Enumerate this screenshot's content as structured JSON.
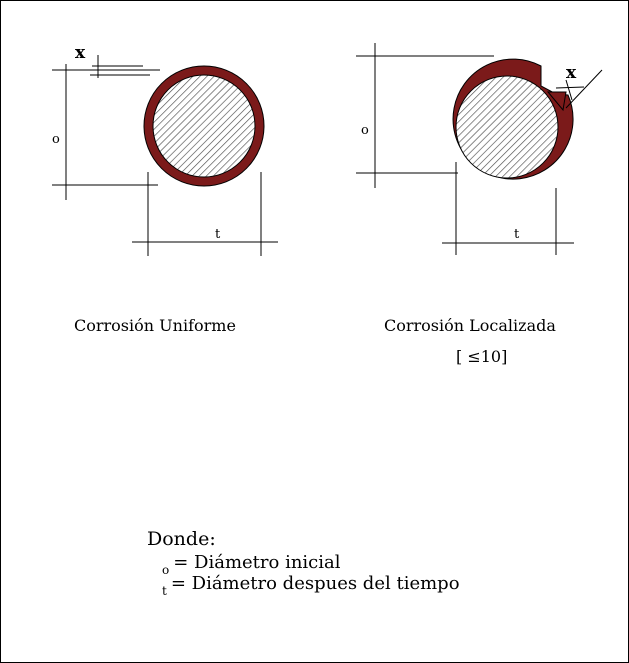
{
  "left_figure": {
    "caption": "Corrosión Uniforme",
    "x_label": "x",
    "diameter_initial_label": "o",
    "diameter_after_label": "t"
  },
  "right_figure": {
    "caption": "Corrosión Localizada",
    "ratio": "[  ≤10]",
    "x_label": "x",
    "diameter_initial_label": "o",
    "diameter_after_label": "t"
  },
  "legend": {
    "title": "Donde:",
    "rows": [
      {
        "symbol": "o",
        "text": "= Diámetro inicial"
      },
      {
        "symbol": "t",
        "text": "= Diámetro despues del tiempo"
      }
    ]
  },
  "colors": {
    "corrosion": "#7b1a1a",
    "steel_fill": "#ffffff",
    "hatch": "#555555",
    "line": "#000000"
  }
}
